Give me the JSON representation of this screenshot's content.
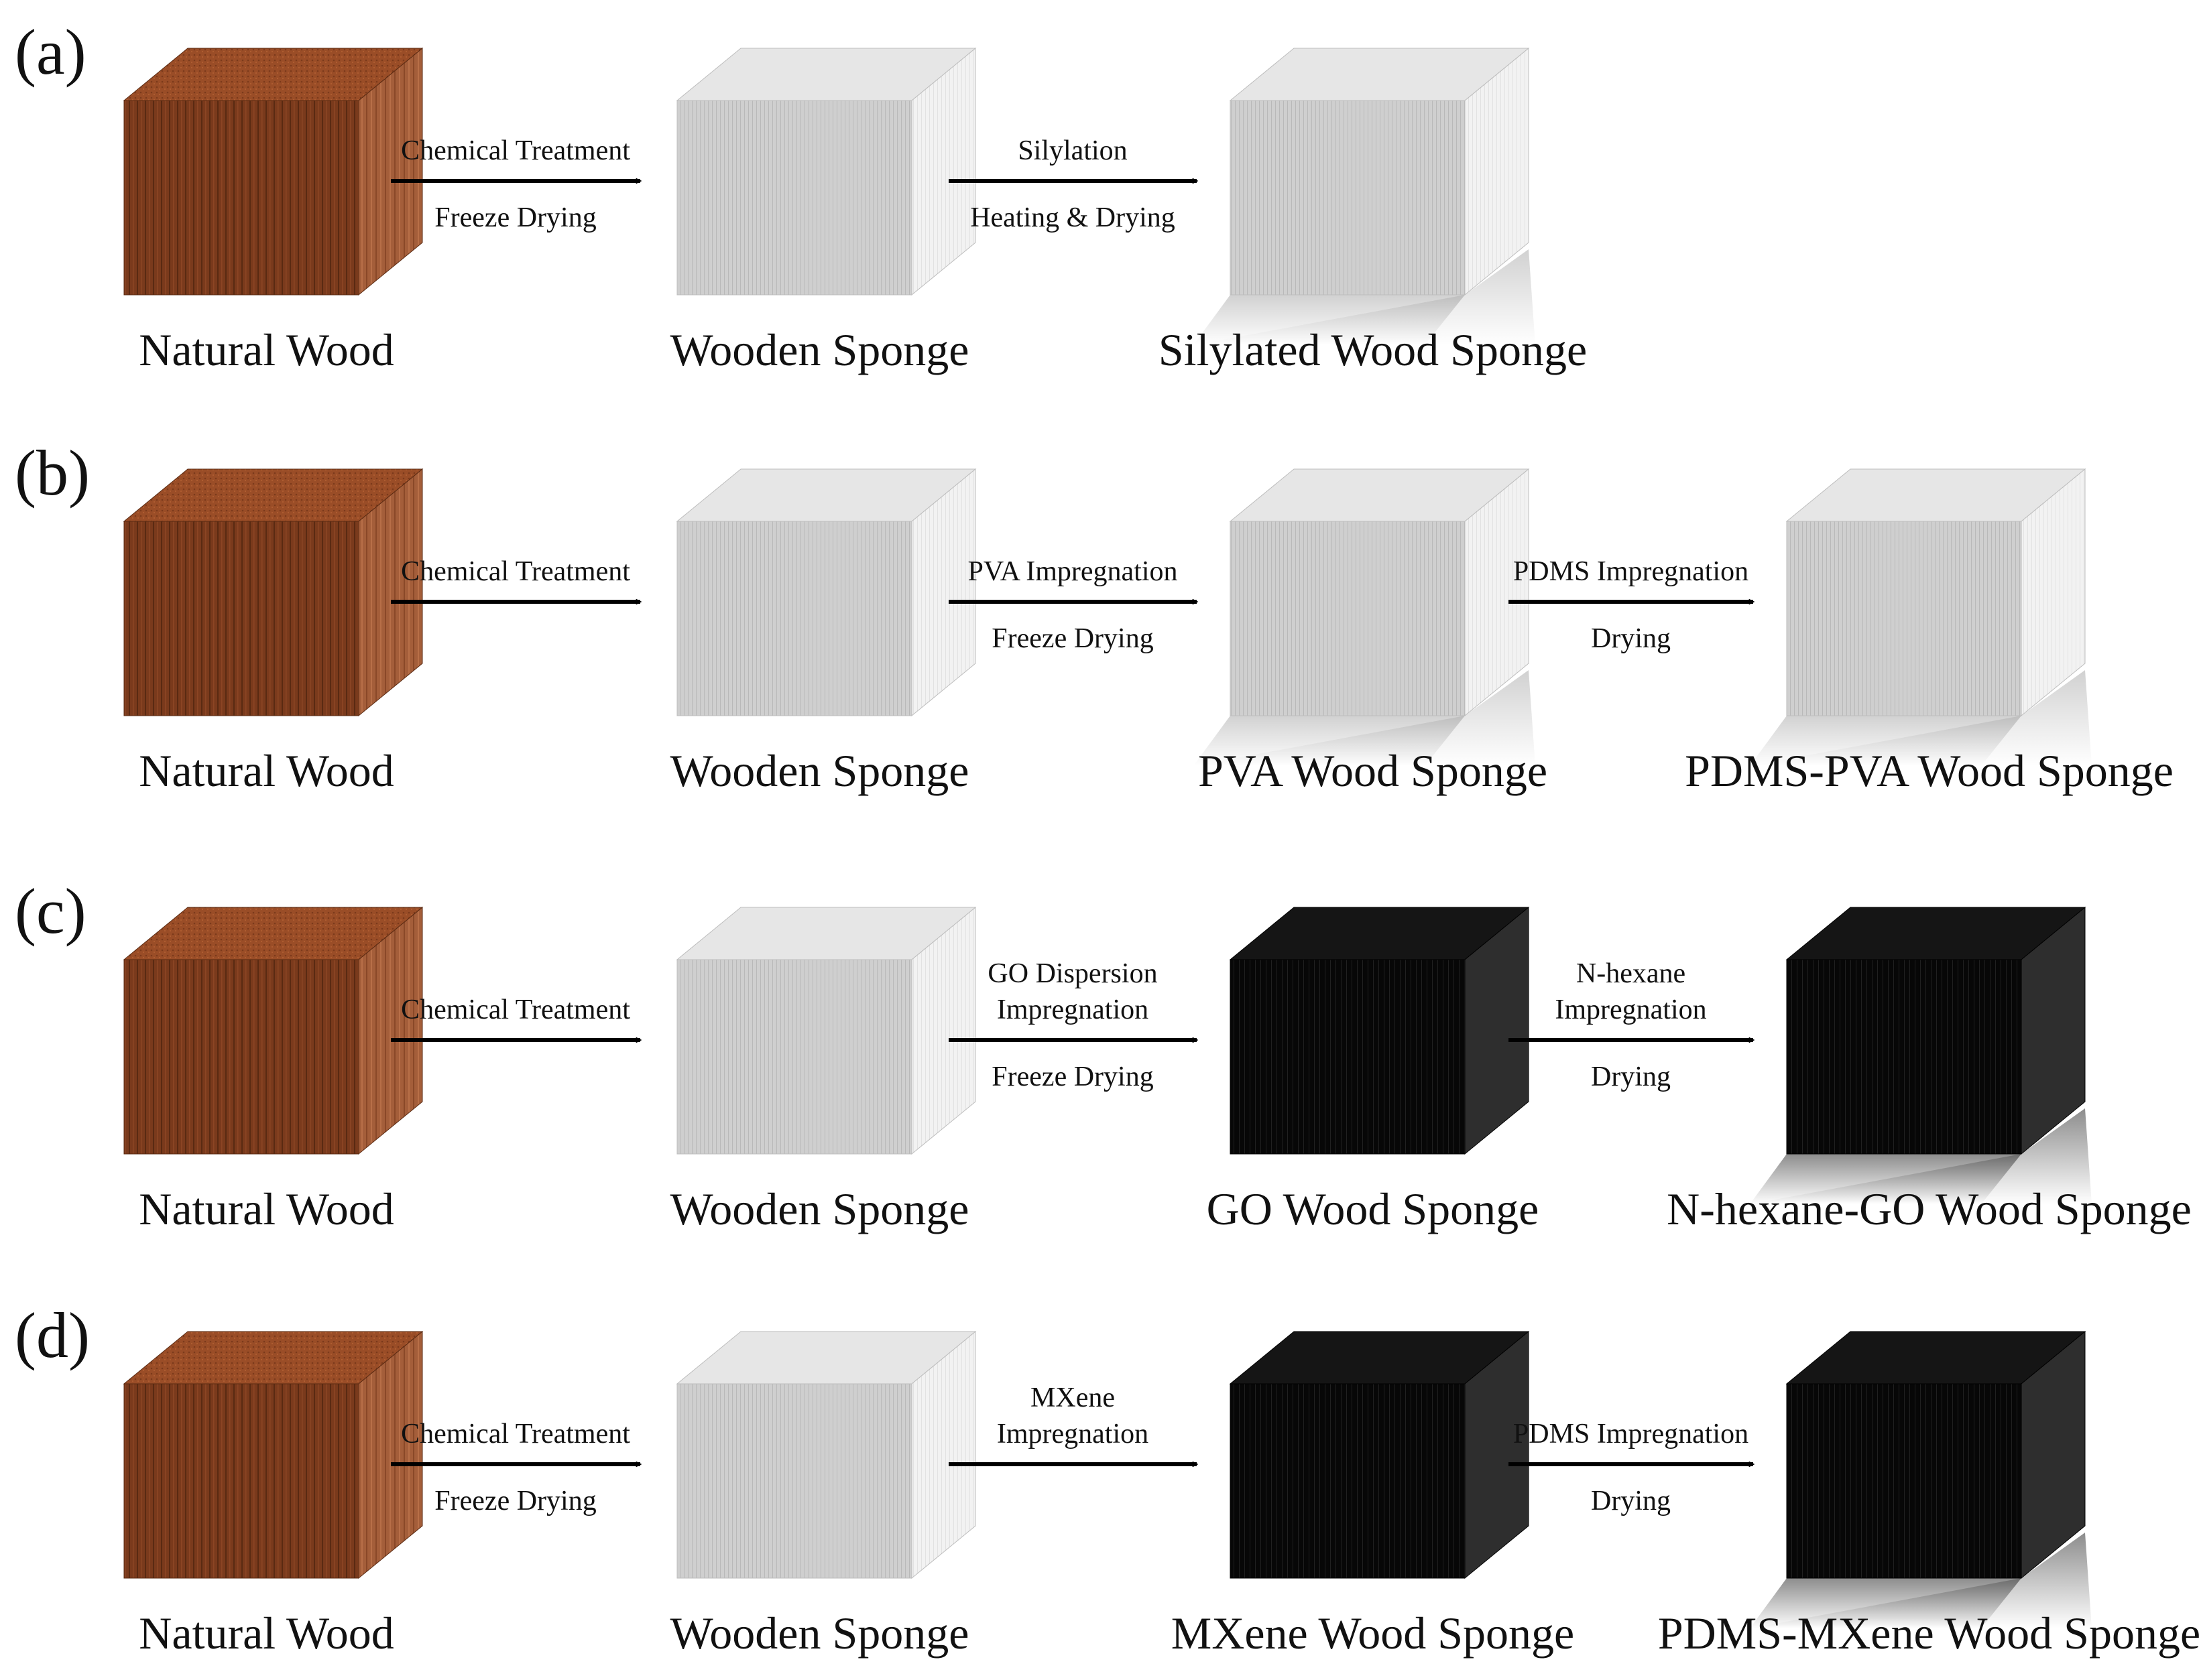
{
  "colors": {
    "wood_front": "#7a3a1c",
    "wood_top": "#9a4d27",
    "wood_side": "#a45e3a",
    "sponge_front": "#cfcfcf",
    "sponge_top": "#e6e6e6",
    "sponge_side": "#f2f2f2",
    "black_front": "#070707",
    "black_top": "#151515",
    "black_side": "#2e2e2e",
    "arrow": "#000000"
  },
  "panels": [
    {
      "label": "(a)",
      "cubes": [
        {
          "style": "wood",
          "name": "Natural Wood",
          "shadow": false
        },
        {
          "style": "sponge",
          "name": "Wooden Sponge",
          "shadow": false
        },
        {
          "style": "sponge",
          "name": "Silylated Wood Sponge",
          "shadow": true
        }
      ],
      "steps": [
        {
          "top": [
            "Chemical Treatment"
          ],
          "bottom": [
            "Freeze Drying"
          ]
        },
        {
          "top": [
            "Silylation"
          ],
          "bottom": [
            "Heating & Drying"
          ]
        }
      ]
    },
    {
      "label": "(b)",
      "cubes": [
        {
          "style": "wood",
          "name": "Natural Wood",
          "shadow": false
        },
        {
          "style": "sponge",
          "name": "Wooden Sponge",
          "shadow": false
        },
        {
          "style": "sponge",
          "name": "PVA Wood Sponge",
          "shadow": true
        },
        {
          "style": "sponge",
          "name": "PDMS-PVA Wood Sponge",
          "shadow": true
        }
      ],
      "steps": [
        {
          "top": [
            "Chemical Treatment"
          ],
          "bottom": []
        },
        {
          "top": [
            "PVA Impregnation"
          ],
          "bottom": [
            "Freeze Drying"
          ]
        },
        {
          "top": [
            "PDMS Impregnation"
          ],
          "bottom": [
            "Drying"
          ]
        }
      ]
    },
    {
      "label": "(c)",
      "cubes": [
        {
          "style": "wood",
          "name": "Natural Wood",
          "shadow": false
        },
        {
          "style": "sponge",
          "name": "Wooden Sponge",
          "shadow": false
        },
        {
          "style": "black",
          "name": "GO Wood Sponge",
          "shadow": false
        },
        {
          "style": "black",
          "name": "N-hexane-GO Wood Sponge",
          "shadow": true
        }
      ],
      "steps": [
        {
          "top": [
            "Chemical Treatment"
          ],
          "bottom": []
        },
        {
          "top": [
            "GO Dispersion",
            "Impregnation"
          ],
          "bottom": [
            "Freeze Drying"
          ]
        },
        {
          "top": [
            "N-hexane",
            "Impregnation"
          ],
          "bottom": [
            "Drying"
          ]
        }
      ]
    },
    {
      "label": "(d)",
      "cubes": [
        {
          "style": "wood",
          "name": "Natural Wood",
          "shadow": false
        },
        {
          "style": "sponge",
          "name": "Wooden Sponge",
          "shadow": false
        },
        {
          "style": "black",
          "name": "MXene Wood Sponge",
          "shadow": false
        },
        {
          "style": "black",
          "name": "PDMS-MXene Wood Sponge",
          "shadow": true
        }
      ],
      "steps": [
        {
          "top": [
            "Chemical Treatment"
          ],
          "bottom": [
            "Freeze Drying"
          ]
        },
        {
          "top": [
            "MXene",
            "Impregnation"
          ],
          "bottom": []
        },
        {
          "top": [
            "PDMS Impregnation"
          ],
          "bottom": [
            "Drying"
          ]
        }
      ]
    }
  ]
}
